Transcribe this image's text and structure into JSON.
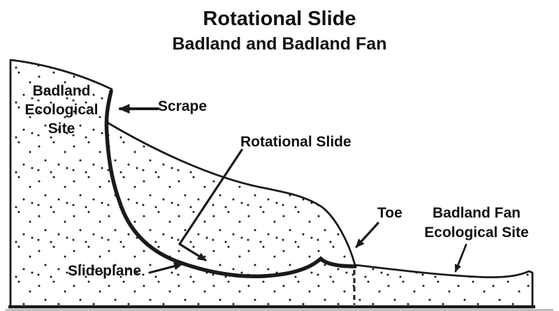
{
  "figure": {
    "title": "Rotational Slide",
    "subtitle": "Badland and Badland Fan",
    "type": "geomorphology cross-section diagram"
  },
  "labels": {
    "badland_site": {
      "line1": "Badland",
      "line2": "Ecological",
      "line3": "Site"
    },
    "scrape": "Scrape",
    "rotational_slide": "Rotational Slide",
    "slideplane": "Slideplane",
    "toe": "Toe",
    "badland_fan": {
      "line1": "Badland Fan",
      "line2": "Ecological Site"
    }
  },
  "colors": {
    "ink": "#1a1a1a",
    "background": "#ffffff",
    "bottom_shadow_line": "#9a9a9a"
  }
}
